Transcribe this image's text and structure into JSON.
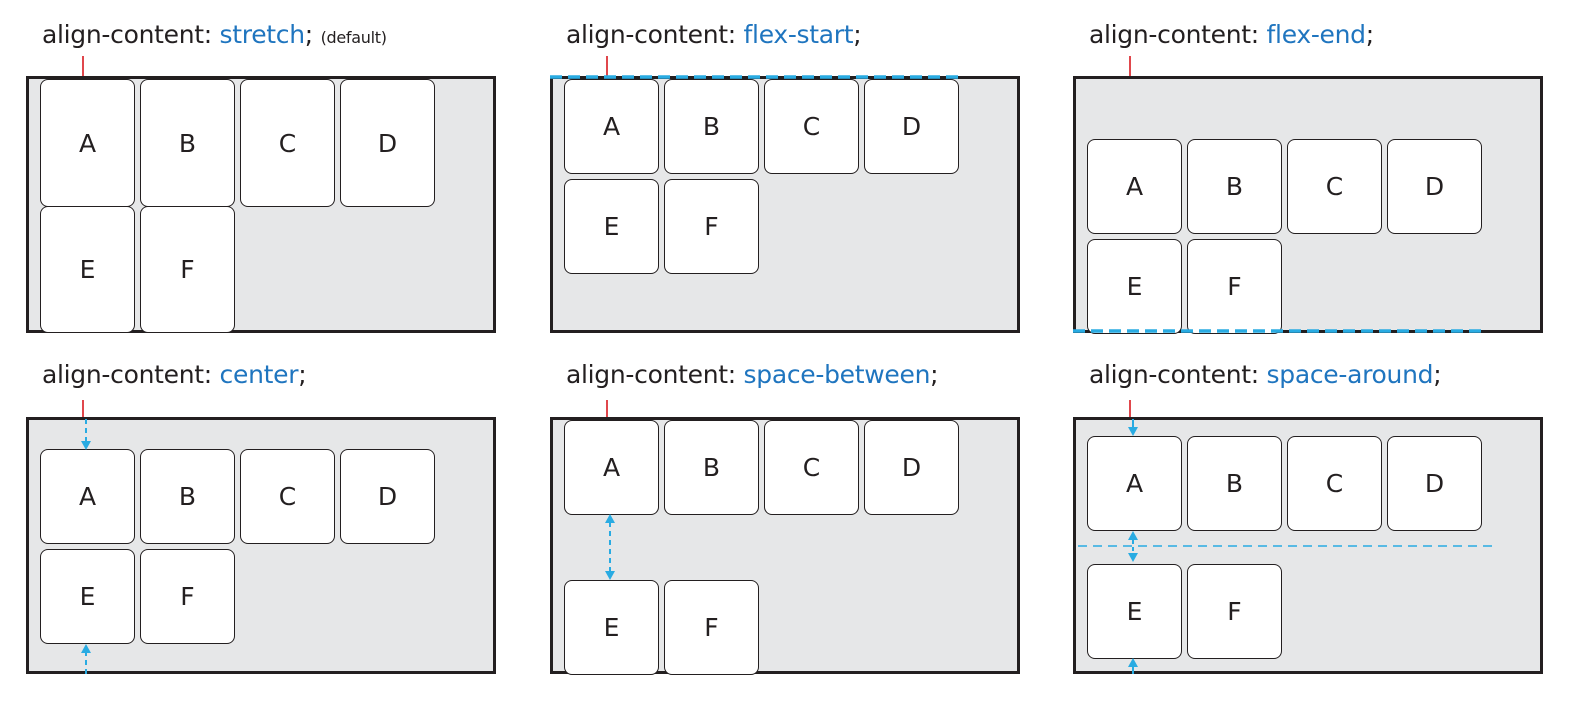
{
  "accent_color": "#1f75bf",
  "guide_color": "#29abe2",
  "property": "align-content:",
  "panels": [
    {
      "value": "stretch",
      "suffix": ";",
      "note": "(default)",
      "items": [
        "A",
        "B",
        "C",
        "D",
        "E",
        "F"
      ]
    },
    {
      "value": "flex-start",
      "suffix": ";",
      "note": "",
      "items": [
        "A",
        "B",
        "C",
        "D",
        "E",
        "F"
      ]
    },
    {
      "value": "flex-end",
      "suffix": ";",
      "note": "",
      "items": [
        "A",
        "B",
        "C",
        "D",
        "E",
        "F"
      ]
    },
    {
      "value": "center",
      "suffix": ";",
      "note": "",
      "items": [
        "A",
        "B",
        "C",
        "D",
        "E",
        "F"
      ]
    },
    {
      "value": "space-between",
      "suffix": ";",
      "note": "",
      "items": [
        "A",
        "B",
        "C",
        "D",
        "E",
        "F"
      ]
    },
    {
      "value": "space-around",
      "suffix": ";",
      "note": "",
      "items": [
        "A",
        "B",
        "C",
        "D",
        "E",
        "F"
      ]
    }
  ]
}
